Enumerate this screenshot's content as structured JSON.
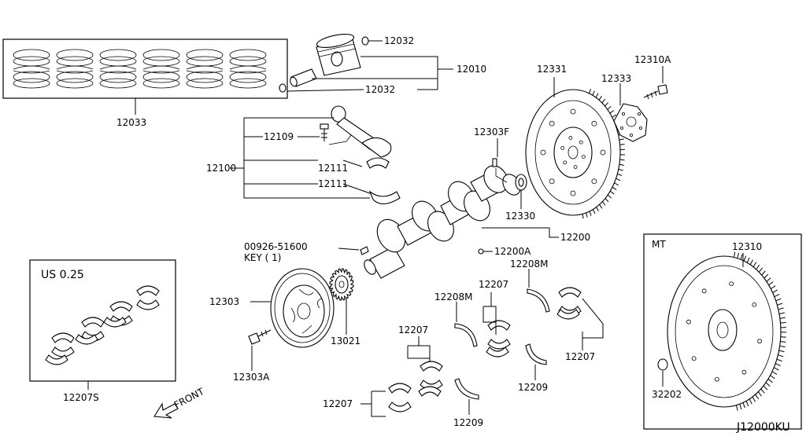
{
  "diagram_id": "J12000KU",
  "front_label": "FRONT",
  "undersize_label": "US 0.25",
  "mt_label": "MT",
  "key_note": "KEY ( 1)",
  "parts": {
    "p12033": "12033",
    "p12032a": "12032",
    "p12032b": "12032",
    "p12010": "12010",
    "p12109": "12109",
    "p12100": "12100",
    "p12111a": "12111",
    "p12111b": "12111",
    "p12303F": "12303F",
    "p12331": "12331",
    "p12333": "12333",
    "p12310A": "12310A",
    "p12330": "12330",
    "p12200": "12200",
    "p12200A": "12200A",
    "p00926": "00926-51600",
    "p12303": "12303",
    "p13021": "13021",
    "p12303A": "12303A",
    "p12207S": "12207S",
    "p12208M_a": "12208M",
    "p12208M_b": "12208M",
    "p12207_a": "12207",
    "p12207_b": "12207",
    "p12207_c": "12207",
    "p12207_d": "12207",
    "p12209_a": "12209",
    "p12209_b": "12209",
    "p12310": "12310",
    "p32202": "32202"
  }
}
